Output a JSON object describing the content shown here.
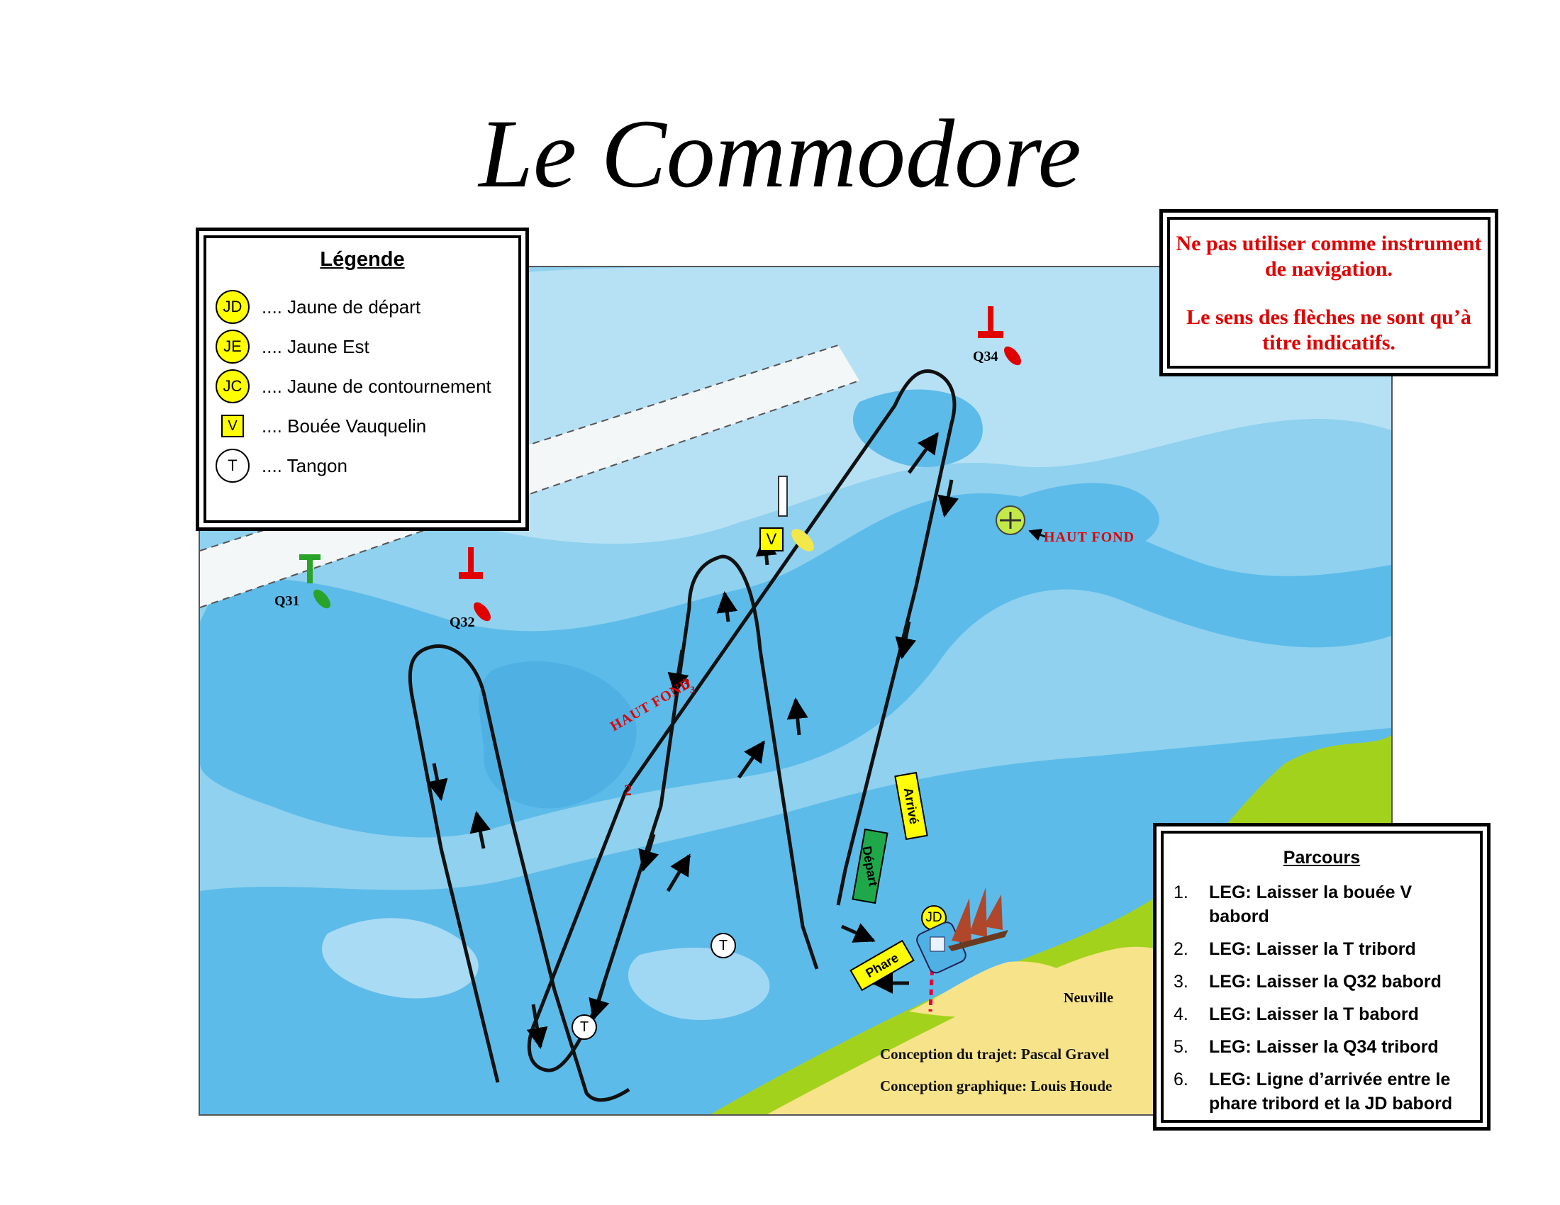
{
  "title": "Le Commodore",
  "legend": {
    "title": "Légende",
    "items": [
      {
        "symbol": "JD",
        "label": ".... Jaune de départ"
      },
      {
        "symbol": "JE",
        "label": ".... Jaune Est"
      },
      {
        "symbol": "JC",
        "label": ".... Jaune de contournement"
      },
      {
        "symbol": "V",
        "label": ".... Bouée Vauquelin"
      },
      {
        "symbol": "T",
        "label": ".... Tangon"
      }
    ]
  },
  "warning": {
    "line1": "Ne pas utiliser comme instrument de navigation.",
    "line2": "Le sens des flèches ne sont qu’à titre indicatifs."
  },
  "course": {
    "title": "Parcours",
    "legs": [
      {
        "num": "1.",
        "text": "LEG: Laisser la bouée V babord"
      },
      {
        "num": "2.",
        "text": "LEG: Laisser la T tribord"
      },
      {
        "num": "3.",
        "text": "LEG: Laisser la Q32 babord"
      },
      {
        "num": "4.",
        "text": "LEG: Laisser la T babord"
      },
      {
        "num": "5.",
        "text": "LEG: Laisser la Q34 tribord"
      },
      {
        "num": "6.",
        "text": "LEG: Ligne d’arrivée entre le phare tribord et la JD babord"
      }
    ]
  },
  "map": {
    "buoys": {
      "q31": "Q31",
      "q32": "Q32",
      "q34": "Q34",
      "v": "V",
      "jd": "JD",
      "t": "T"
    },
    "shoal_label": "HAUT FOND",
    "soundings": {
      "a": "3",
      "a_sub": "3",
      "b": "2"
    },
    "tags": {
      "depart": "Départ",
      "arrive": "Arrivé",
      "phare": "Phare"
    },
    "town": "Neuville"
  },
  "credits": {
    "route": "Conception du trajet: Pascal Gravel",
    "graphic": "Conception graphique: Louis Houde"
  },
  "colors": {
    "deep": "#8fd1ee",
    "mid": "#5cbbe9",
    "shallow": "#bde4f6",
    "land": "#a3d21c",
    "sand": "#f7e38a",
    "warning": "#e00000",
    "buoy_yellow": "#ffff00"
  }
}
